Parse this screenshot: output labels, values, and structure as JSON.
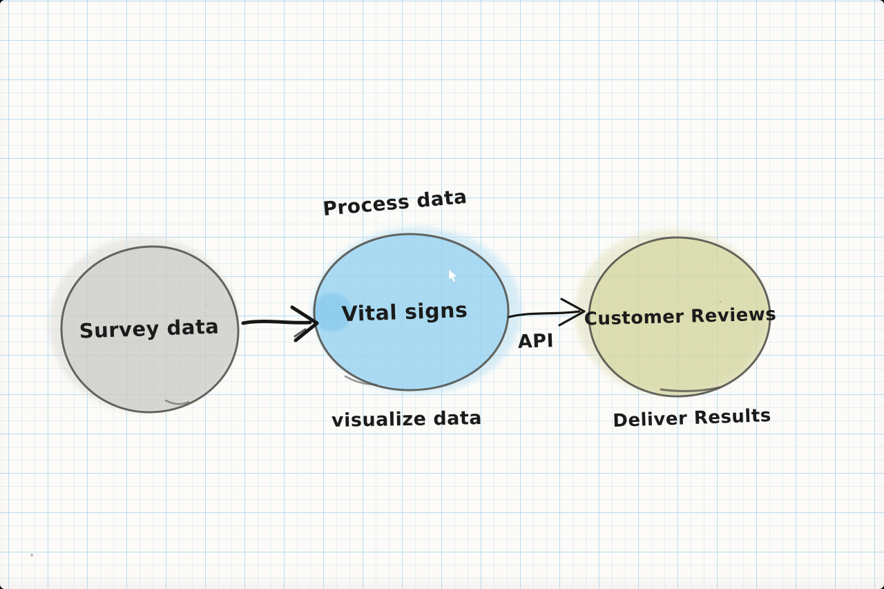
{
  "canvas": {
    "style": "hand-drawn whiteboard on graph paper",
    "background_color": "#fcfbf8",
    "grid_color": "#cfe9f7",
    "ink_color": "#1b1b1b"
  },
  "nodes": [
    {
      "label": "Survey data",
      "shape": "circle",
      "fill": "#dcdcda"
    },
    {
      "label": "Vital signs",
      "shape": "circle",
      "fill": "#b8e0f5"
    },
    {
      "label": "Customer Reviews",
      "shape": "circle",
      "fill": "#e4e4c4"
    }
  ],
  "edges": [
    {
      "from": "Survey data",
      "to": "Vital signs",
      "label": ""
    },
    {
      "from": "Vital signs",
      "to": "Customer Reviews",
      "label": "API"
    }
  ],
  "annotations": [
    {
      "text": "Process data",
      "position": "above Vital signs"
    },
    {
      "text": "visualize data",
      "position": "below Vital signs"
    },
    {
      "text": "Deliver Results",
      "position": "below Customer Reviews"
    }
  ],
  "cursor": {
    "type": "arrow-pointer",
    "color": "#ffffff"
  }
}
